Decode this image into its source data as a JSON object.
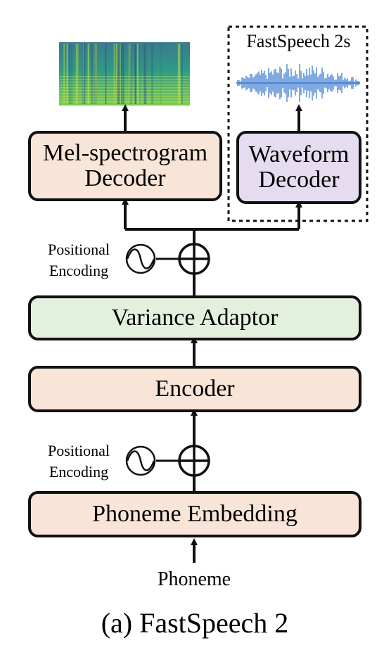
{
  "figure": {
    "caption": "(a) FastSpeech 2",
    "input_label": "Phoneme",
    "dashed_box_label": "FastSpeech 2s"
  },
  "blocks": {
    "phoneme_embedding": "Phoneme Embedding",
    "encoder": "Encoder",
    "variance_adaptor": "Variance Adaptor",
    "mel_decoder_line1": "Mel-spectrogram",
    "mel_decoder_line2": "Decoder",
    "waveform_decoder_line1": "Waveform",
    "waveform_decoder_line2": "Decoder"
  },
  "positional_encoding": {
    "line1": "Positional",
    "line2": "Encoding"
  },
  "colors": {
    "peach": "#f8e5d8",
    "green": "#e3f0dd",
    "lilac": "#e6dcef",
    "waveform": "#4a86d4",
    "spectrogram": "viridis"
  },
  "icons": {
    "plus": "circled-plus-icon",
    "sine": "sine-wave-icon",
    "waveform": "audio-waveform-image",
    "spectrogram": "mel-spectrogram-image"
  }
}
